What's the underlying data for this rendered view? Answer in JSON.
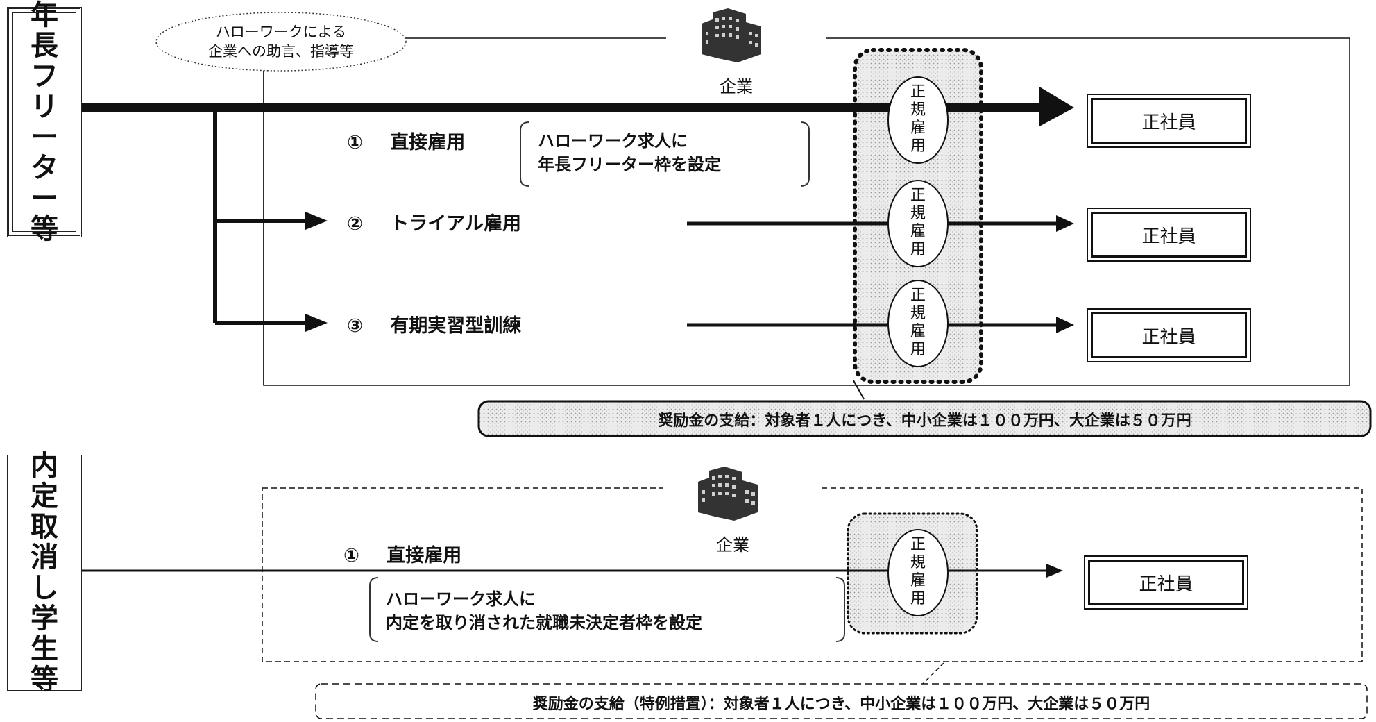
{
  "group1": {
    "label_chars": [
      "年",
      "長",
      "フ",
      "リ",
      "ー",
      "タ",
      "ー",
      "等"
    ],
    "advice_line1": "ハローワークによる",
    "advice_line2": "企業への助言、指導等",
    "company": "企業",
    "steps": [
      {
        "num": "①",
        "label": "直接雇用"
      },
      {
        "num": "②",
        "label": "トライアル雇用"
      },
      {
        "num": "③",
        "label": "有期実習型訓練"
      }
    ],
    "note_line1": "ハローワーク求人に",
    "note_line2": "年長フリーター枠を設定",
    "oval_chars": [
      "正",
      "規",
      "雇",
      "用"
    ],
    "result": "正社員",
    "subsidy": "奨励金の支給：対象者１人につき、中小企業は１００万円、大企業は５０万円"
  },
  "group2": {
    "label_chars": [
      "内",
      "定",
      "取",
      "消",
      "し",
      "学",
      "生",
      "等"
    ],
    "company": "企業",
    "step": {
      "num": "①",
      "label": "直接雇用"
    },
    "note_line1": "ハローワーク求人に",
    "note_line2": "内定を取り消された就職未決定者枠を設定",
    "oval_chars": [
      "正",
      "規",
      "雇",
      "用"
    ],
    "result": "正社員",
    "subsidy": "奨励金の支給（特例措置）：対象者１人につき、中小企業は１００万円、大企業は５０万円"
  },
  "colors": {
    "line": "#111111",
    "stipple": "#d8d8d8"
  }
}
